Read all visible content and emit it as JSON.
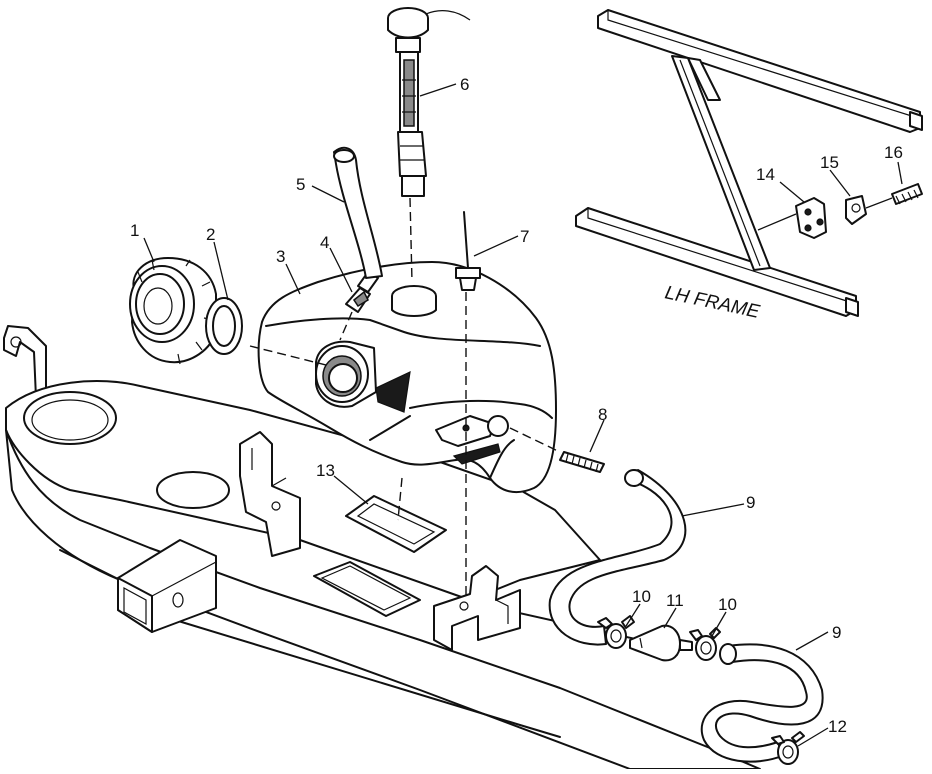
{
  "frame_label": "LH FRAME",
  "callouts": [
    {
      "id": "callout-1",
      "text": "1"
    },
    {
      "id": "callout-2",
      "text": "2"
    },
    {
      "id": "callout-3",
      "text": "3"
    },
    {
      "id": "callout-4",
      "text": "4"
    },
    {
      "id": "callout-5",
      "text": "5"
    },
    {
      "id": "callout-6",
      "text": "6"
    },
    {
      "id": "callout-7",
      "text": "7"
    },
    {
      "id": "callout-8",
      "text": "8"
    },
    {
      "id": "callout-9a",
      "text": "9"
    },
    {
      "id": "callout-9b",
      "text": "9"
    },
    {
      "id": "callout-10a",
      "text": "10"
    },
    {
      "id": "callout-10b",
      "text": "10"
    },
    {
      "id": "callout-11",
      "text": "11"
    },
    {
      "id": "callout-12",
      "text": "12"
    },
    {
      "id": "callout-13",
      "text": "13"
    },
    {
      "id": "callout-14",
      "text": "14"
    },
    {
      "id": "callout-15",
      "text": "15"
    },
    {
      "id": "callout-16",
      "text": "16"
    }
  ]
}
